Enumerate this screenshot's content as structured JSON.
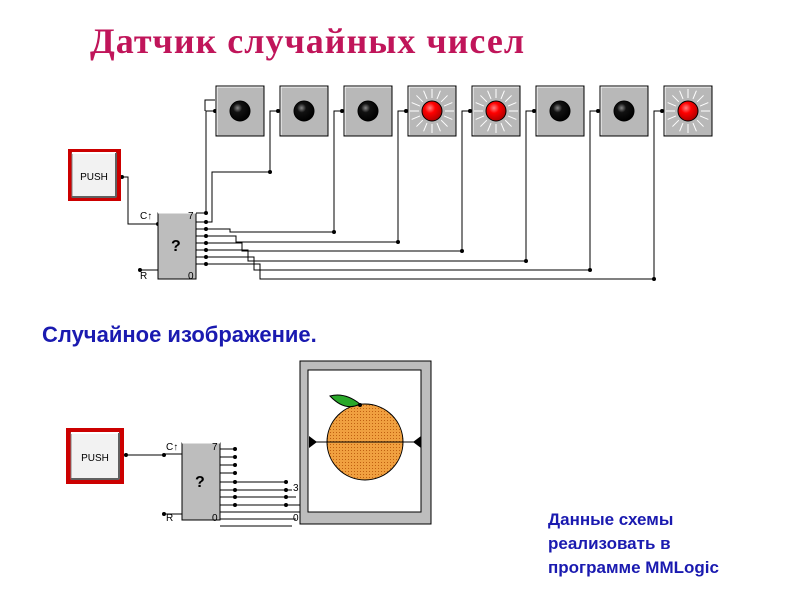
{
  "title": "Датчик случайных чисел",
  "subtitle": "Случайное изображение.",
  "note_lines": [
    "Данные схемы",
    "реализовать в",
    "программе MMLogic"
  ],
  "circuit1": {
    "push_label": "PUSH",
    "counter_symbol": "?",
    "pin_clock": "C↑",
    "pin_reset": "R",
    "pin_top": "7",
    "pin_bottom": "0",
    "lamps": [
      {
        "state": "off"
      },
      {
        "state": "off"
      },
      {
        "state": "off"
      },
      {
        "state": "on"
      },
      {
        "state": "on"
      },
      {
        "state": "off"
      },
      {
        "state": "off"
      },
      {
        "state": "on"
      }
    ]
  },
  "circuit2": {
    "push_label": "PUSH",
    "counter_symbol": "?",
    "pin_clock": "C↑",
    "pin_reset": "R",
    "pin_top": "7",
    "pin_bottom": "0",
    "bitmap_pin_top": "3",
    "bitmap_pin_bottom": "0"
  },
  "colors": {
    "title": "#c0155a",
    "text": "#1a1ab0",
    "lamp_on": "#ff0000",
    "lamp_off": "#000000",
    "push_border": "#cc0000",
    "orange": "#f0a040",
    "leaf": "#2aa82a"
  }
}
